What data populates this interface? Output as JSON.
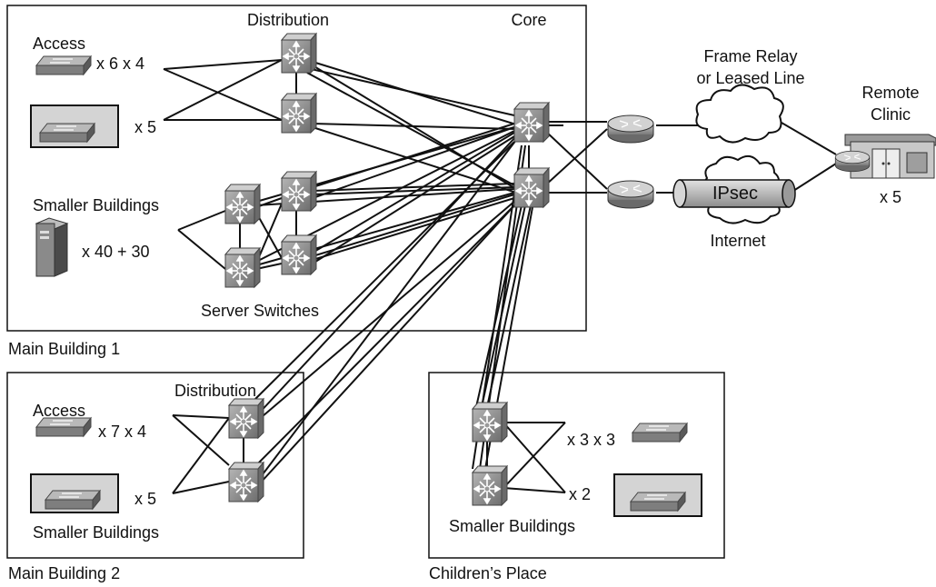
{
  "main_building_1": {
    "caption": "Main Building 1",
    "distribution_label": "Distribution",
    "core_label": "Core",
    "access_label": "Access",
    "access_count": "x 6 x 4",
    "access_box_count": "x 5",
    "smaller_buildings_label": "Smaller Buildings",
    "smaller_buildings_count": "x 40 + 30",
    "server_switches_label": "Server Switches"
  },
  "wan": {
    "frame_relay_line1": "Frame Relay",
    "frame_relay_line2": "or Leased Line",
    "ipsec_label": "IPsec",
    "internet_label": "Internet"
  },
  "remote_clinic": {
    "label_line1": "Remote",
    "label_line2": "Clinic",
    "count": "x 5"
  },
  "main_building_2": {
    "caption": "Main Building 2",
    "distribution_label": "Distribution",
    "access_label": "Access",
    "access_count": "x 7 x 4",
    "box_count": "x 5",
    "smaller_buildings_label": "Smaller Buildings"
  },
  "childrens_place": {
    "caption": "Children’s Place",
    "access_count": "x 3 x 3",
    "box_count": "x 2",
    "smaller_buildings_label": "Smaller Buildings"
  },
  "colors": {
    "device_gray": "#8a8a8a",
    "device_dark": "#5e5e5e",
    "line": "#111111",
    "box_fill": "#d4d4d4"
  }
}
